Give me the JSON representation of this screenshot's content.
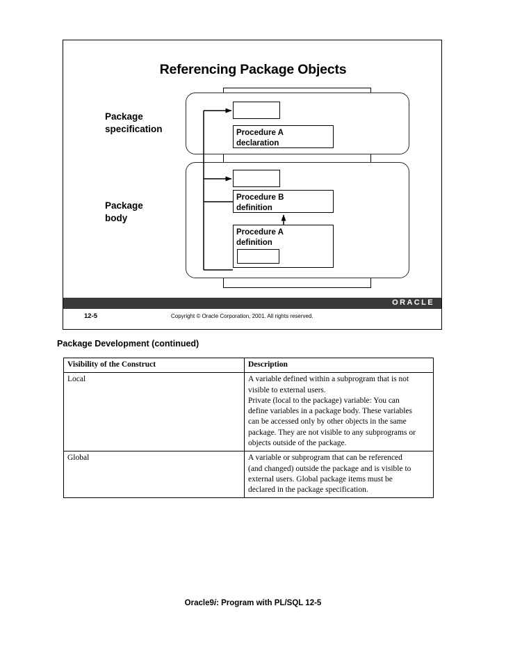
{
  "slide": {
    "title": "Referencing Package Objects",
    "labels": {
      "spec": "Package\nspecification",
      "spec_line1": "Package",
      "spec_line2": "specification",
      "body_line1": "Package",
      "body_line2": "body"
    },
    "boxes": {
      "spec_empty": "",
      "proc_a_declaration": "Procedure A\ndeclaration",
      "proc_a_declaration_l1": "Procedure A",
      "proc_a_declaration_l2": "declaration",
      "body_empty": "",
      "proc_b_definition_l1": "Procedure B",
      "proc_b_definition_l2": "definition",
      "proc_a_definition_l1": "Procedure A",
      "proc_a_definition_l2": "definition",
      "inner_empty": ""
    },
    "footer": {
      "logo": "ORACLE",
      "page_number": "12-5",
      "copyright": "Copyright © Oracle Corporation, 2001. All rights reserved."
    }
  },
  "section": {
    "heading": "Package Development (continued)"
  },
  "table": {
    "headers": [
      "Visibility of  the Construct",
      "Description"
    ],
    "rows": [
      {
        "construct": "Local",
        "description_lines": [
          "A variable defined within a subprogram that is not",
          "visible to external users.",
          "Private (local to the package) variable: You can",
          "define variables in a package body. These variables",
          "can be accessed only by other objects in the same",
          "package. They are not visible to any subprograms or",
          "objects outside of the package."
        ]
      },
      {
        "construct": "Global",
        "description_lines": [
          "A variable or subprogram that can be referenced",
          "(and changed) outside the package and is visible to",
          "external users. Global package items must be",
          "declared in the package specification."
        ]
      }
    ]
  },
  "document_footer": {
    "prefix": "Oracle9",
    "italic": "i",
    "suffix": ": Program with PL/SQL 12-5"
  },
  "colors": {
    "oracle_bar": "#3a3a3a",
    "logo_text": "#ffffff",
    "ink": "#000000",
    "page_background": "#ffffff"
  }
}
